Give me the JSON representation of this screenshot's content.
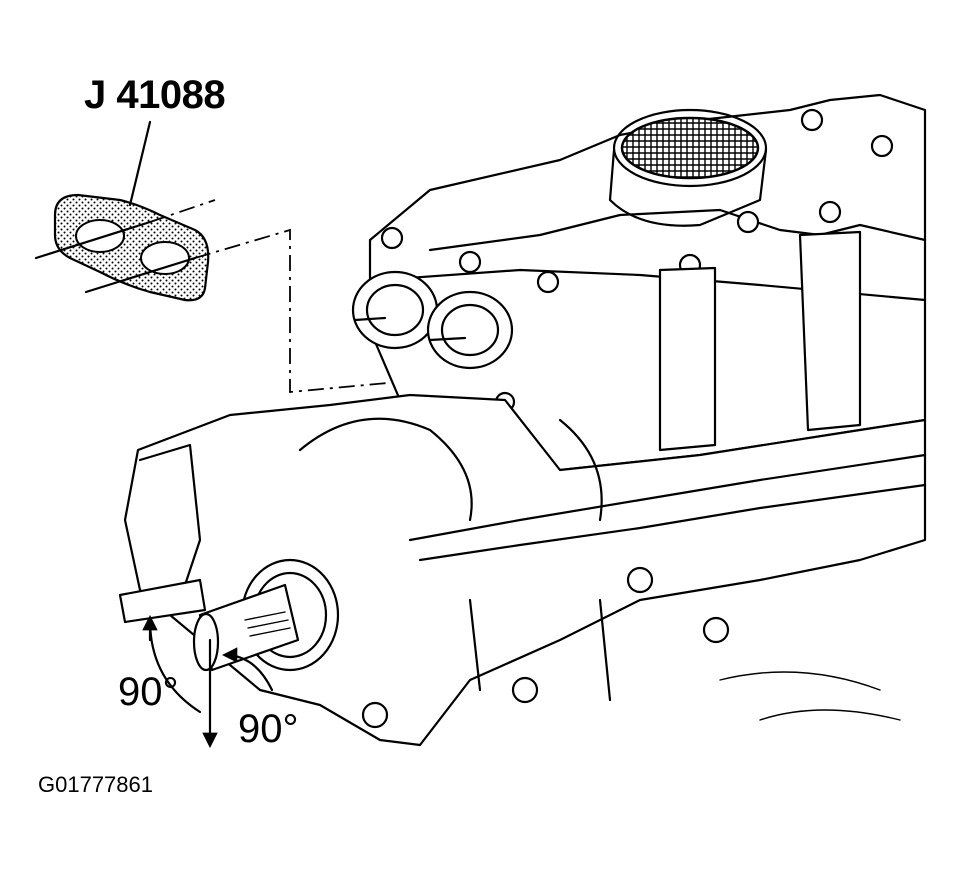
{
  "tool_label": "J 41088",
  "angle_labels": [
    "90°",
    "90°"
  ],
  "figure_id": "G01777861"
}
